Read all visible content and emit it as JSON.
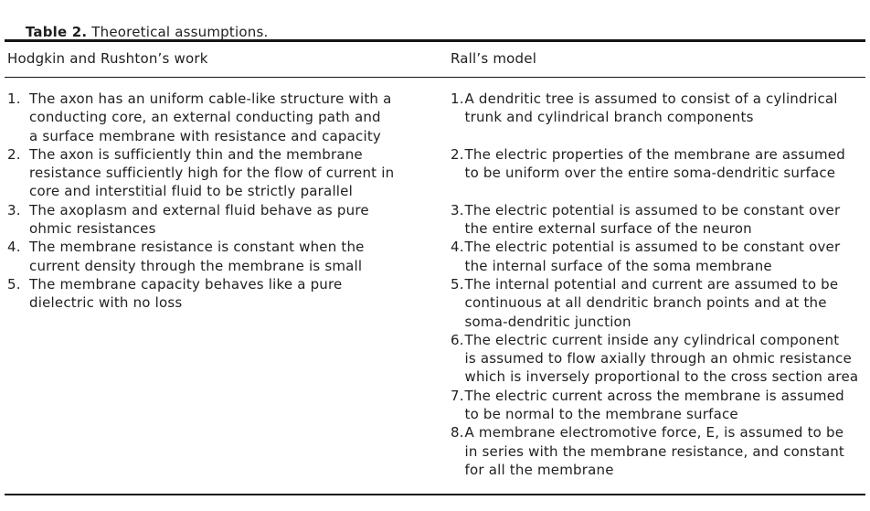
{
  "caption": {
    "label": "Table 2.",
    "text": " Theoretical assumptions."
  },
  "columns": {
    "left": {
      "header": "Hodgkin and Rushton’s work",
      "items": [
        {
          "num": "1.",
          "lines": [
            "The axon has an uniform cable-like structure with a",
            "conducting core, an external conducting path and",
            "a surface membrane with resistance and capacity"
          ]
        },
        {
          "num": "2.",
          "lines": [
            "The axon is sufficiently thin and the membrane",
            "resistance sufficiently high for the flow of current in",
            "core and interstitial fluid to be strictly parallel"
          ]
        },
        {
          "num": "3.",
          "lines": [
            "The axoplasm and external fluid behave as pure",
            "ohmic resistances"
          ]
        },
        {
          "num": "4.",
          "lines": [
            "The membrane resistance is constant when the",
            "current density through the membrane is small"
          ]
        },
        {
          "num": "5.",
          "lines": [
            "The membrane capacity behaves like a pure",
            "dielectric with no loss"
          ]
        }
      ]
    },
    "right": {
      "header": "Rall’s model",
      "items": [
        {
          "num": "1.",
          "lines": [
            "A dendritic tree is assumed to consist of a cylindrical",
            "trunk and cylindrical branch components"
          ]
        },
        {
          "num": "2.",
          "lines": [
            "The electric properties of the membrane are assumed",
            "to be uniform over the entire soma-dendritic surface"
          ]
        },
        {
          "num": "3.",
          "lines": [
            "The electric potential is assumed to be constant over",
            "the entire external surface of the neuron"
          ]
        },
        {
          "num": "4.",
          "lines": [
            "The electric potential is assumed to be constant over",
            "the internal surface of the soma membrane"
          ]
        },
        {
          "num": "5.",
          "lines": [
            "The internal potential and current are assumed to be",
            "continuous at all dendritic branch points and at the",
            "soma-dendritic junction"
          ]
        },
        {
          "num": "6.",
          "lines": [
            "The electric current inside any cylindrical component",
            "is assumed to flow axially through an ohmic resistance",
            "which is inversely proportional to the cross section area"
          ]
        },
        {
          "num": "7.",
          "lines": [
            "The electric current across the membrane is assumed",
            "to be normal to the membrane surface"
          ]
        },
        {
          "num": "8.",
          "lines": [
            "A membrane electromotive force, E, is assumed to be",
            "in series with the membrane resistance, and constant",
            "for all the membrane"
          ]
        }
      ]
    }
  },
  "colors": {
    "text": "#1f1f1d",
    "rule": "#161614",
    "background": "#ffffff"
  }
}
